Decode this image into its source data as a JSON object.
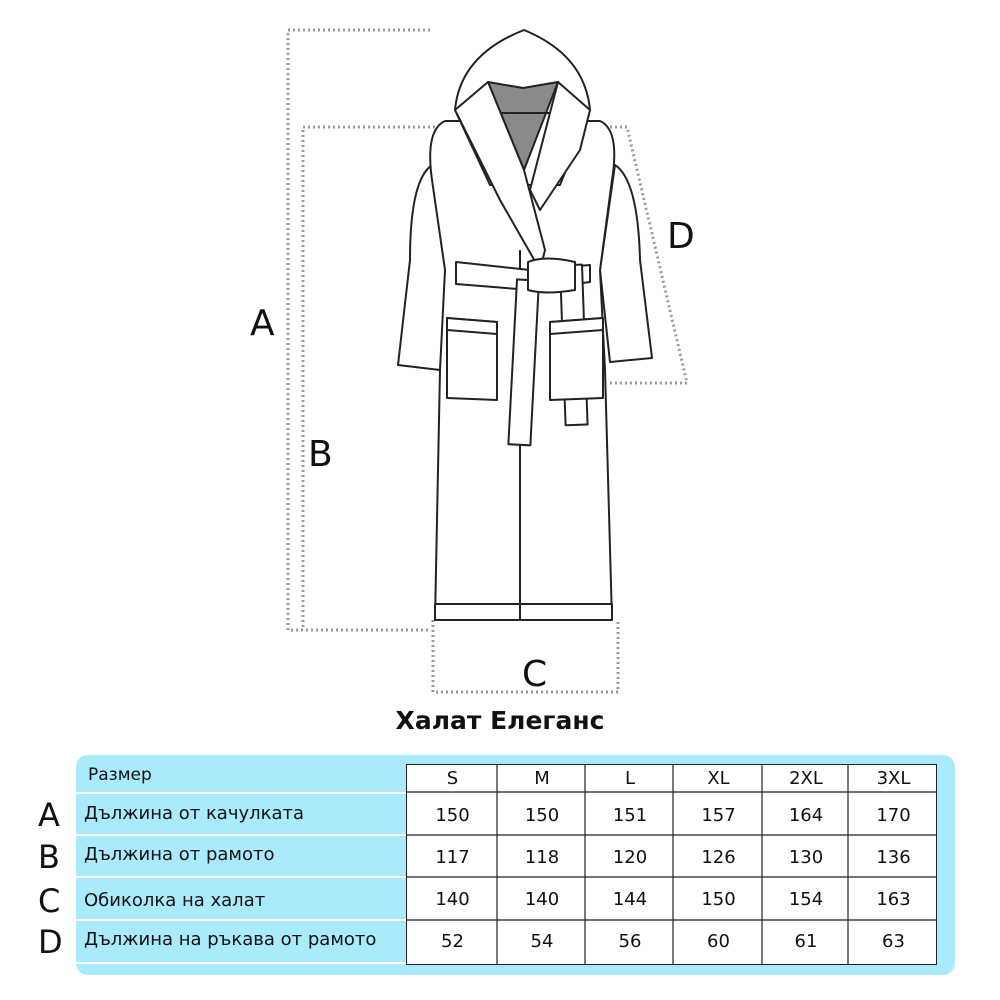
{
  "diagram": {
    "dimension_labels": [
      "A",
      "B",
      "C",
      "D"
    ]
  },
  "title": "Халат Елеганс",
  "table": {
    "header_label": "Размер",
    "sizes": [
      "S",
      "M",
      "L",
      "XL",
      "2XL",
      "3XL"
    ],
    "rows": [
      {
        "letter": "A",
        "label": "Дължина от качулката",
        "values": [
          "150",
          "150",
          "151",
          "157",
          "164",
          "170"
        ]
      },
      {
        "letter": "B",
        "label": "Дължина от рамото",
        "values": [
          "117",
          "118",
          "120",
          "126",
          "130",
          "136"
        ]
      },
      {
        "letter": "C",
        "label": "Обиколка на халат",
        "values": [
          "140",
          "140",
          "144",
          "150",
          "154",
          "163"
        ]
      },
      {
        "letter": "D",
        "label": "Дължина на ръкава от рамото",
        "values": [
          "52",
          "54",
          "56",
          "60",
          "61",
          "63"
        ]
      }
    ]
  },
  "colors": {
    "panel": "#a9eafc",
    "lining": "#8a8a8a"
  }
}
